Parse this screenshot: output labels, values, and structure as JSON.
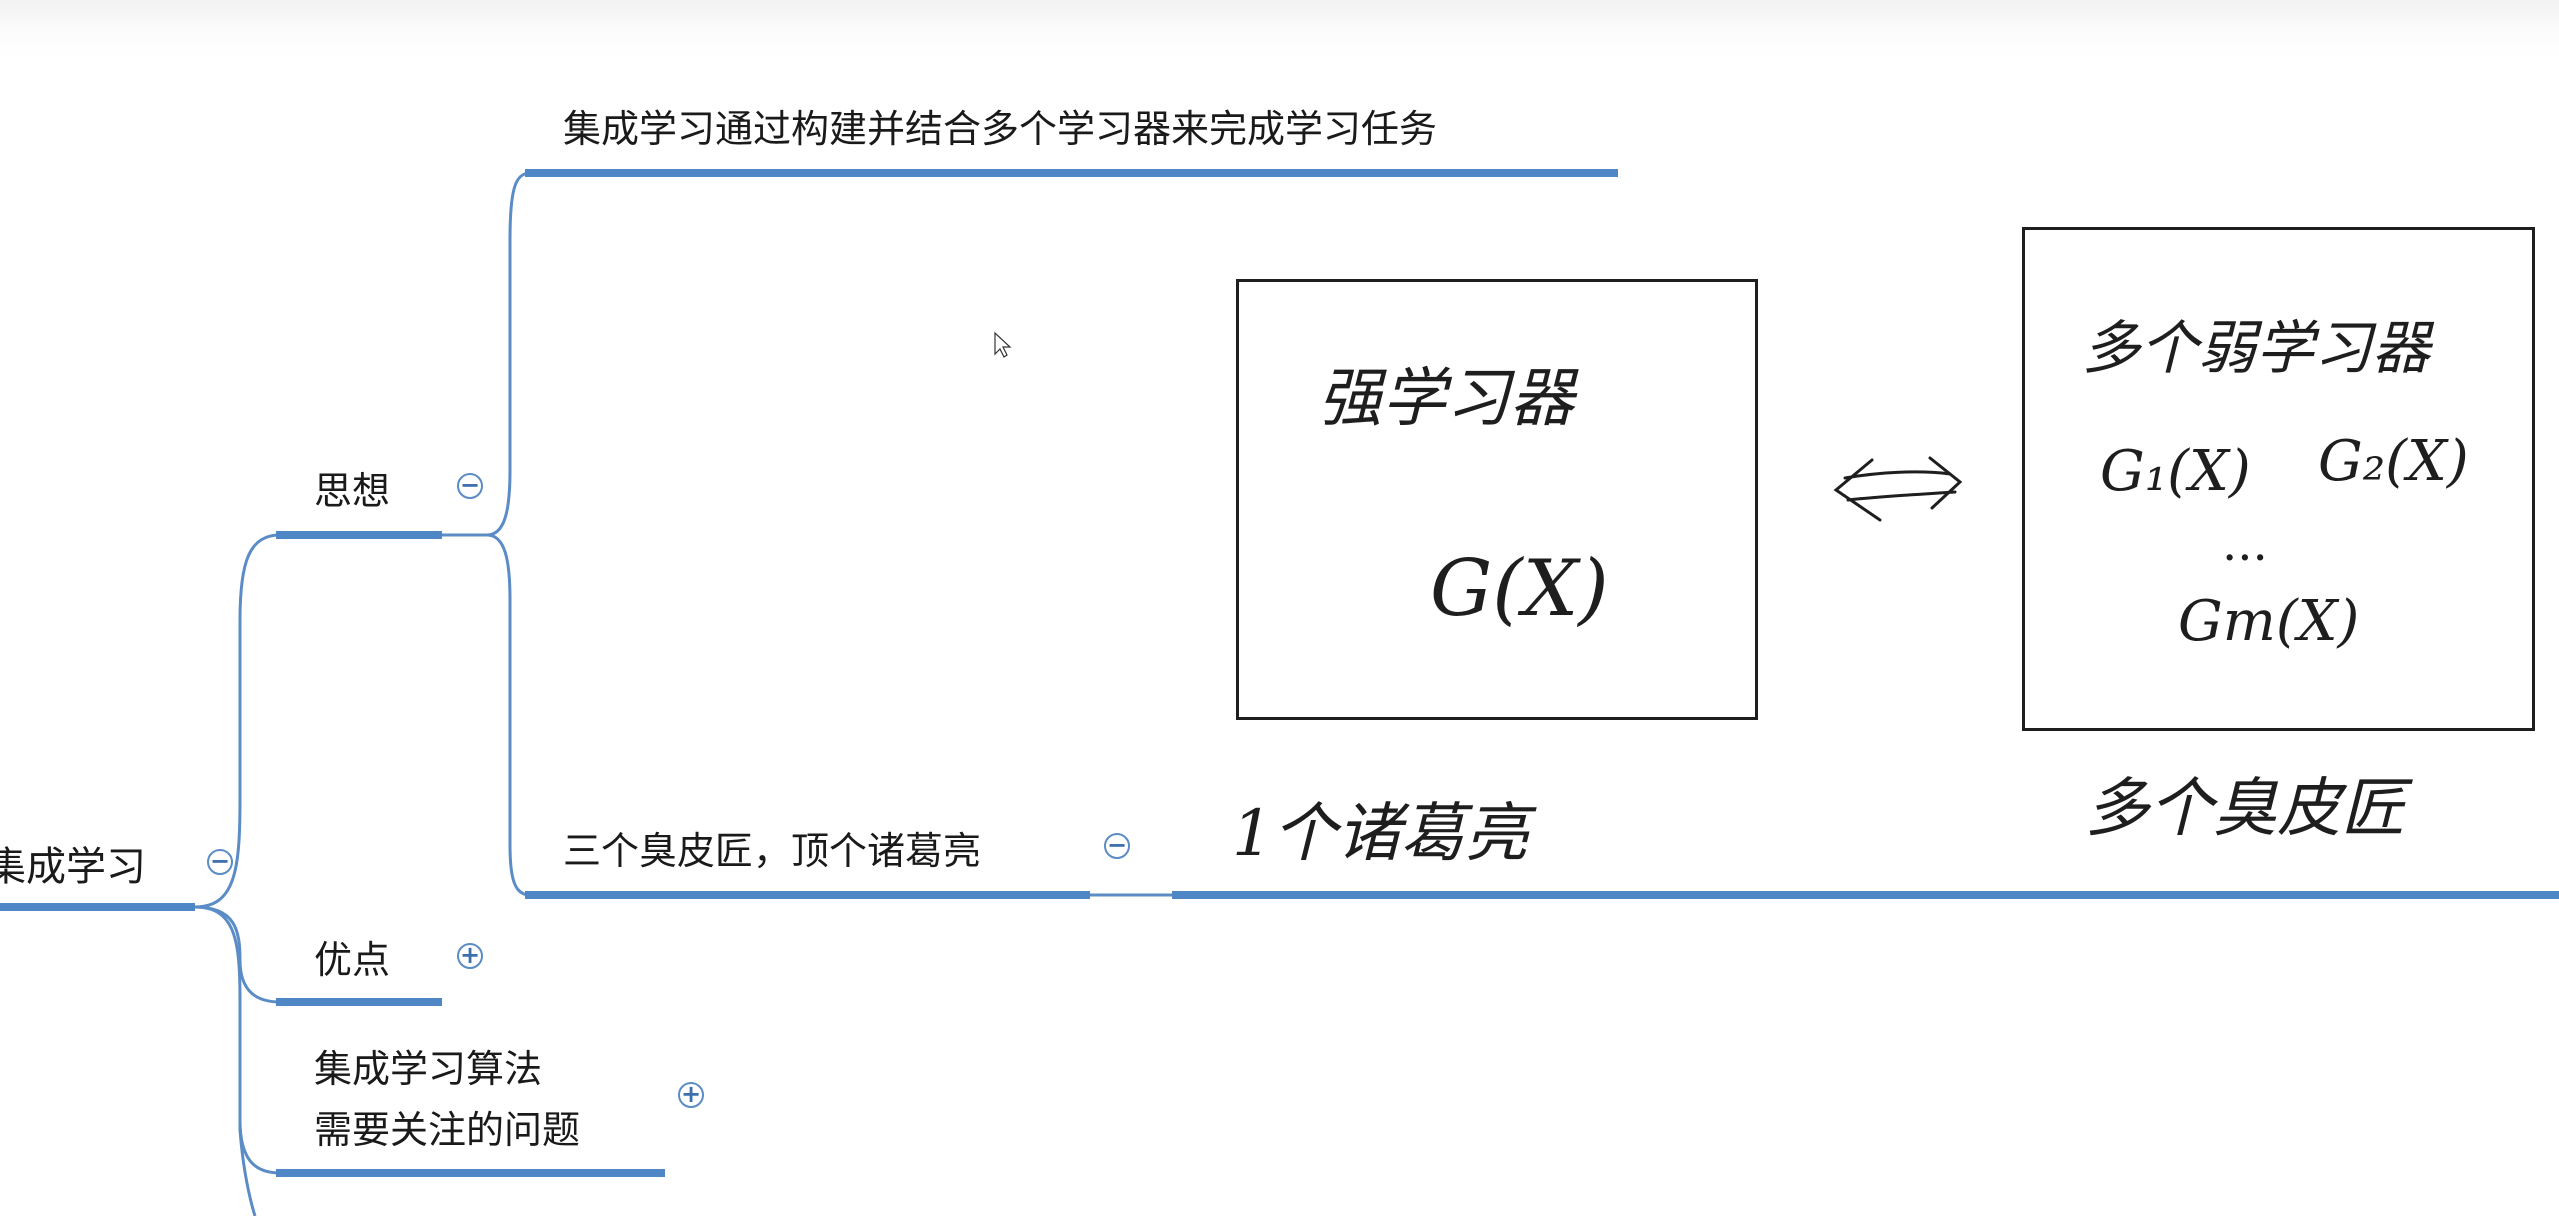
{
  "mindmap": {
    "root": {
      "label": "集成学习",
      "toggle": "−"
    },
    "branches": [
      {
        "label": "思想",
        "toggle": "−"
      },
      {
        "label": "优点",
        "toggle": "+"
      },
      {
        "label_line1": "集成学习算法",
        "label_line2": "需要关注的问题",
        "toggle": "+"
      }
    ],
    "idea_children": [
      {
        "label": "集成学习通过构建并结合多个学习器来完成学习任务"
      },
      {
        "label": "三个臭皮匠，顶个诸葛亮",
        "toggle": "−"
      }
    ]
  },
  "annotations": {
    "strong_box": {
      "title": "强学习器",
      "formula": "G(X)",
      "caption": "1个诸葛亮"
    },
    "weak_box": {
      "title": "多个弱学习器",
      "g1": "G₁(X)",
      "g2": "G₂(X)",
      "dots": "...",
      "gm": "Gm(X)",
      "caption": "多个臭皮匠"
    },
    "arrow": "⟺"
  },
  "colors": {
    "branch_line": "#5b8cc6",
    "underline": "#4f86c6",
    "ink": "#1e1e1e"
  }
}
